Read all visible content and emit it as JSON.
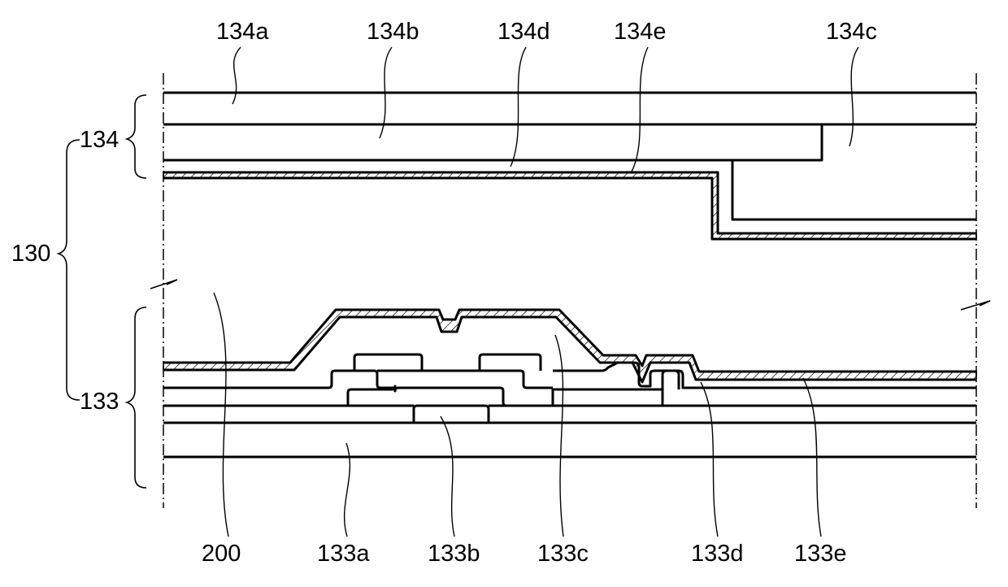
{
  "labels": {
    "l134a": "134a",
    "l134b": "134b",
    "l134d": "134d",
    "l134e": "134e",
    "l134c": "134c",
    "l134": "134",
    "l130": "130",
    "l133": "133",
    "l200": "200",
    "l133a": "133a",
    "l133b": "133b",
    "l133c": "133c",
    "l133d": "133d",
    "l133e": "133e"
  },
  "colors": {
    "line": "#000000",
    "background": "#ffffff"
  }
}
